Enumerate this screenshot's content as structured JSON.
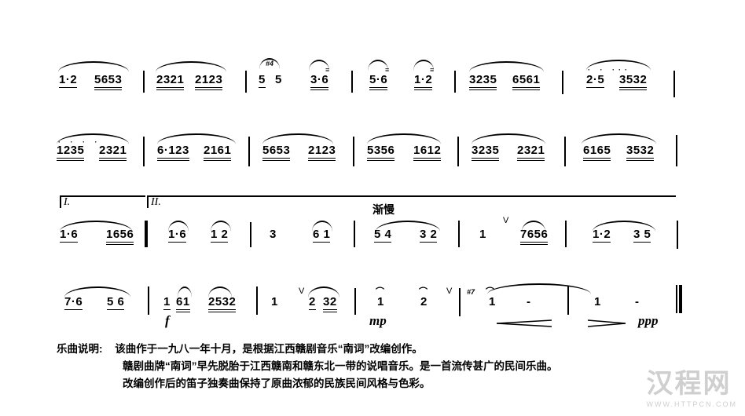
{
  "score": {
    "rows": [
      {
        "measures": [
          {
            "groups": [
              "1·2",
              "5653"
            ],
            "slur": "whole"
          },
          {
            "groups": [
              "2321",
              "2123"
            ],
            "slur": "whole"
          },
          {
            "groups": [
              "5",
              "5",
              "3·6"
            ],
            "ornament": "#4 grace over 5, tremolo on 3·6",
            "slur": "per-beat"
          },
          {
            "groups": [
              "5·6",
              "1·2"
            ],
            "ornament": "tremolo marks",
            "slur": "per-beat"
          },
          {
            "groups": [
              "3235",
              "6561"
            ],
            "slur": "whole"
          },
          {
            "groups": [
              "2·5",
              "3532"
            ],
            "slur": "whole",
            "octave": "high dots"
          }
        ]
      },
      {
        "measures": [
          {
            "groups": [
              "1235",
              "2321"
            ],
            "slur": "whole",
            "octave": "high dots"
          },
          {
            "groups": [
              "6·123",
              "2161"
            ],
            "slur": "whole"
          },
          {
            "groups": [
              "5653",
              "2123"
            ],
            "slur": "whole"
          },
          {
            "groups": [
              "5356",
              "1612"
            ],
            "slur": "whole"
          },
          {
            "groups": [
              "3235",
              "2321"
            ],
            "slur": "whole"
          },
          {
            "groups": [
              "6165",
              "3532"
            ],
            "slur": "whole"
          }
        ]
      },
      {
        "volta": [
          "I.",
          "II."
        ],
        "tempo_mark": "渐慢",
        "measures": [
          {
            "groups": [
              "1·6",
              "1656"
            ],
            "slur": "whole",
            "ending": "repeat"
          },
          {
            "groups": [
              "1·6",
              "1 2"
            ],
            "slur": "per-beat"
          },
          {
            "groups": [
              "3",
              "6 1"
            ],
            "slur": "second-beat"
          },
          {
            "groups": [
              "5 4",
              "3 2"
            ],
            "slur": "whole"
          },
          {
            "groups": [
              "1",
              "7656"
            ],
            "breath": "V",
            "slur": "second-beat"
          },
          {
            "groups": [
              "1·2",
              "3 5"
            ],
            "slur": "whole"
          }
        ]
      },
      {
        "measures": [
          {
            "groups": [
              "7·6",
              "5 6"
            ],
            "slur": "whole"
          },
          {
            "groups": [
              "1",
              "61",
              "2532"
            ],
            "dynamic": "f",
            "slur": "partial"
          },
          {
            "groups": [
              "1",
              "2",
              "32"
            ],
            "breath": "V",
            "slur": "partial"
          },
          {
            "groups": [
              "1",
              "2"
            ],
            "fermata": true,
            "dynamic": "mp",
            "breath": "V"
          },
          {
            "groups": [
              "1",
              "-"
            ],
            "grace": "#7 grace",
            "fermata": true,
            "hairpin": "crescendo"
          },
          {
            "groups": [
              "1",
              "-"
            ],
            "hairpin": "decrescendo",
            "dynamic": "ppp",
            "barline": "final"
          }
        ]
      }
    ]
  },
  "labels": {
    "r1": [
      "1·2",
      "5653",
      "2321",
      "2123",
      "5",
      "5",
      "3·6",
      "5·6",
      "1·2",
      "3235",
      "6561",
      "2·5",
      "3532"
    ],
    "r2": [
      "1235",
      "2321",
      "6·123",
      "2161",
      "5653",
      "2123",
      "5356",
      "1612",
      "3235",
      "2321",
      "6165",
      "3532"
    ],
    "r3": [
      "1·6",
      "1656",
      "1·6",
      "1 2",
      "3",
      "6 1",
      "5 4",
      "3 2",
      "1",
      "7656",
      "1·2",
      "3 5"
    ],
    "r4": [
      "7·6",
      "5 6",
      "1",
      "61",
      "2532",
      "1",
      "2",
      "32",
      "1",
      "2",
      "1",
      "-",
      "1",
      "-"
    ],
    "volta1": "I.",
    "volta2": "II.",
    "tempo": "渐慢",
    "dyn_f": "f",
    "dyn_mp": "mp",
    "dyn_ppp": "ppp",
    "breath": "V",
    "grace1": "#4",
    "grace2": "#7",
    "trem": "≡"
  },
  "notes": {
    "heading": "乐曲说明:",
    "lines": [
      "该曲作于一九八一年十月，是根据江西赣剧音乐“南词”改编创作。",
      "赣剧曲牌“南词”早先脱胎于江西赣南和赣东北一带的说唱音乐。是一首流传甚广的民间乐曲。",
      "改编创作后的笛子独奏曲保持了原曲浓郁的民族民间风格与色彩。"
    ]
  },
  "watermark": {
    "title": "汉程网",
    "url": "WWW.HTTPCN.COM"
  }
}
